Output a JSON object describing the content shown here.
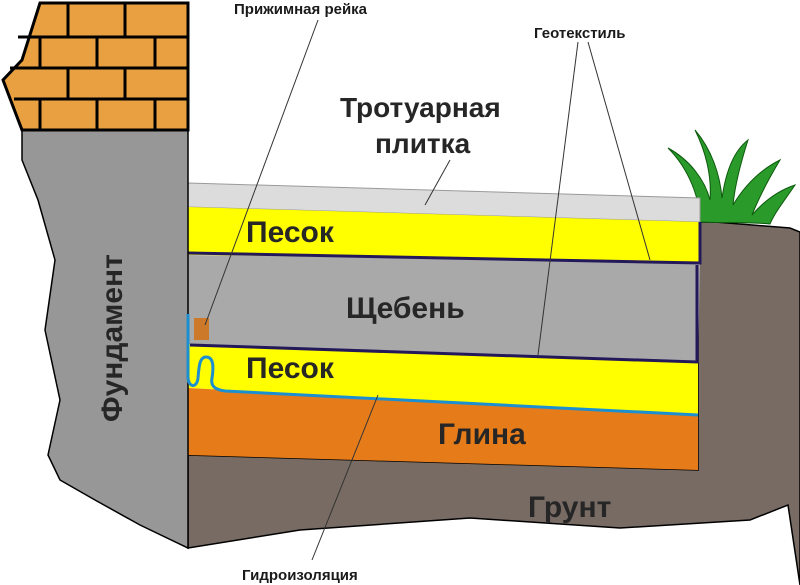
{
  "callouts": {
    "clamp_strip": "Прижимная рейка",
    "geotextile": "Геотекстиль",
    "waterproofing": "Гидроизоляция"
  },
  "layers": {
    "paving_tile_line1": "Тротуарная",
    "paving_tile_line2": "плитка",
    "sand_top": "Песок",
    "gravel": "Щебень",
    "sand_bottom": "Песок",
    "clay": "Глина",
    "soil": "Грунт"
  },
  "foundation": "Фундамент",
  "colors": {
    "brick": "#e8a040",
    "foundation": "#979797",
    "soil": "#776b64",
    "sand": "#ffff00",
    "gravel": "#a9a9a9",
    "clay": "#e67b1a",
    "tile": "#dcdcdc",
    "grass": "#2a9a2a",
    "geotextile": "#23195a",
    "waterproofing": "#1c8fd0"
  }
}
